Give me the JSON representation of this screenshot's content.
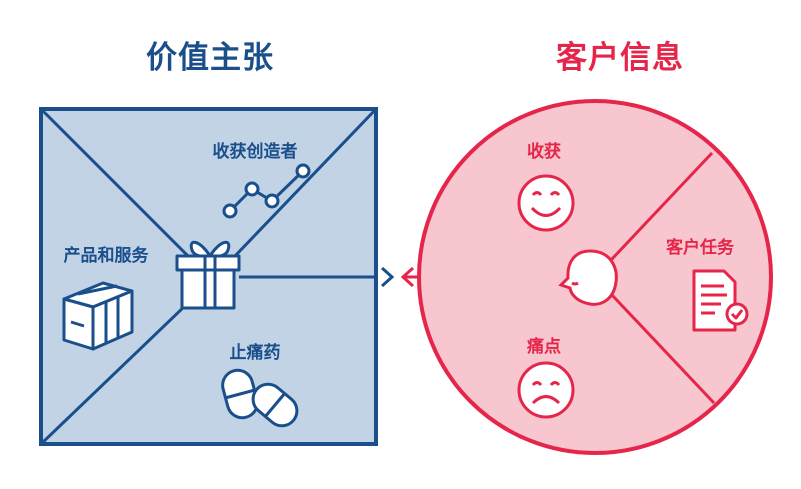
{
  "value_proposition": {
    "title": "价值主张",
    "gain_creators": "收获创造者",
    "products_services": "产品和服务",
    "pain_relievers": "止痛药"
  },
  "customer_profile": {
    "title": "客户信息",
    "gains": "收获",
    "customer_jobs": "客户任务",
    "pains": "痛点"
  },
  "colors": {
    "blue_stroke": "#1a4f8c",
    "blue_fill": "#c2d3e6",
    "red_stroke": "#e5264a",
    "red_fill": "#f7c6ce",
    "white": "#ffffff"
  }
}
